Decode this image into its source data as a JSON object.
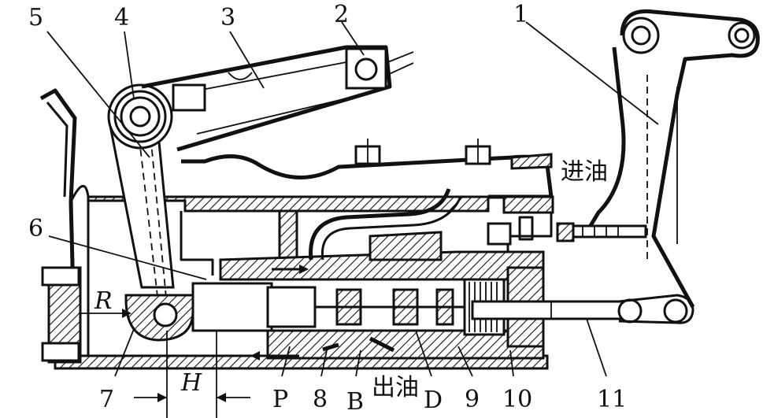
{
  "labels": {
    "n1": "1",
    "n2": "2",
    "n3": "3",
    "n4": "4",
    "n5": "5",
    "n6": "6",
    "n7": "7",
    "n8": "8",
    "n9": "9",
    "n10": "10",
    "n11": "11",
    "R": "R",
    "H": "H",
    "P": "P",
    "B": "B",
    "D": "D",
    "oil_in": "进油",
    "oil_out": "出油"
  }
}
